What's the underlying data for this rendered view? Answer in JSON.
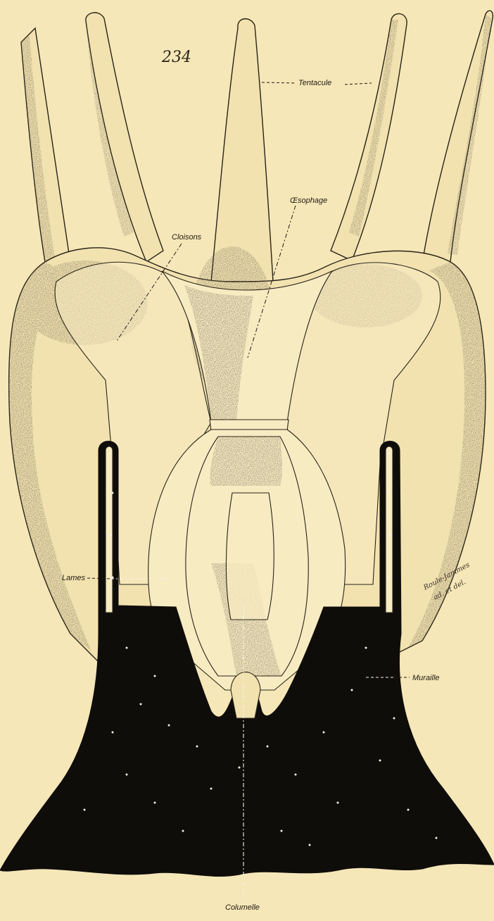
{
  "figure": {
    "number": "234",
    "labels": {
      "tentacule": "Tentacule",
      "oesophage": "Œsophage",
      "cloisons": "Cloisons",
      "lames": "Lames",
      "muraille": "Muraille",
      "columelle": "Columelle"
    },
    "signature_line1": "Roule-Jammes",
    "signature_line2": "ad. et del."
  },
  "colors": {
    "paper": "#f6e7b8",
    "ink": "#2a2318",
    "skeleton": "#0f0d0a"
  }
}
